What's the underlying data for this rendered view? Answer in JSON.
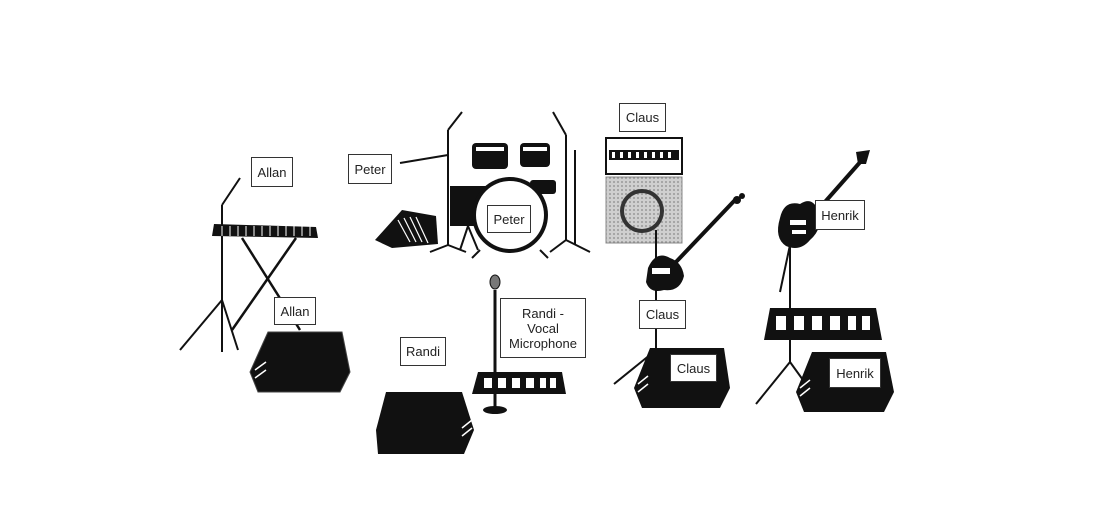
{
  "labels": {
    "allan_keyboard": "Allan",
    "allan_monitor": "Allan",
    "peter_mic": "Peter",
    "peter_drums": "Peter",
    "claus_amp": "Claus",
    "claus_bass": "Claus",
    "claus_monitor": "Claus",
    "randi_monitor": "Randi",
    "randi_mic": "Randi -\nVocal\nMicrophone",
    "henrik_guitar": "Henrik",
    "henrik_monitor": "Henrik"
  },
  "icons": {
    "keyboard": "keyboard-icon",
    "drums": "drum-kit-icon",
    "amp": "guitar-amp-icon",
    "bass": "bass-guitar-icon",
    "guitar": "electric-guitar-icon",
    "mic": "microphone-icon",
    "monitor": "stage-monitor-icon",
    "pedalboard": "pedalboard-icon"
  },
  "colors": {
    "ink": "#111111",
    "amp_grey": "#bdbdbd"
  }
}
